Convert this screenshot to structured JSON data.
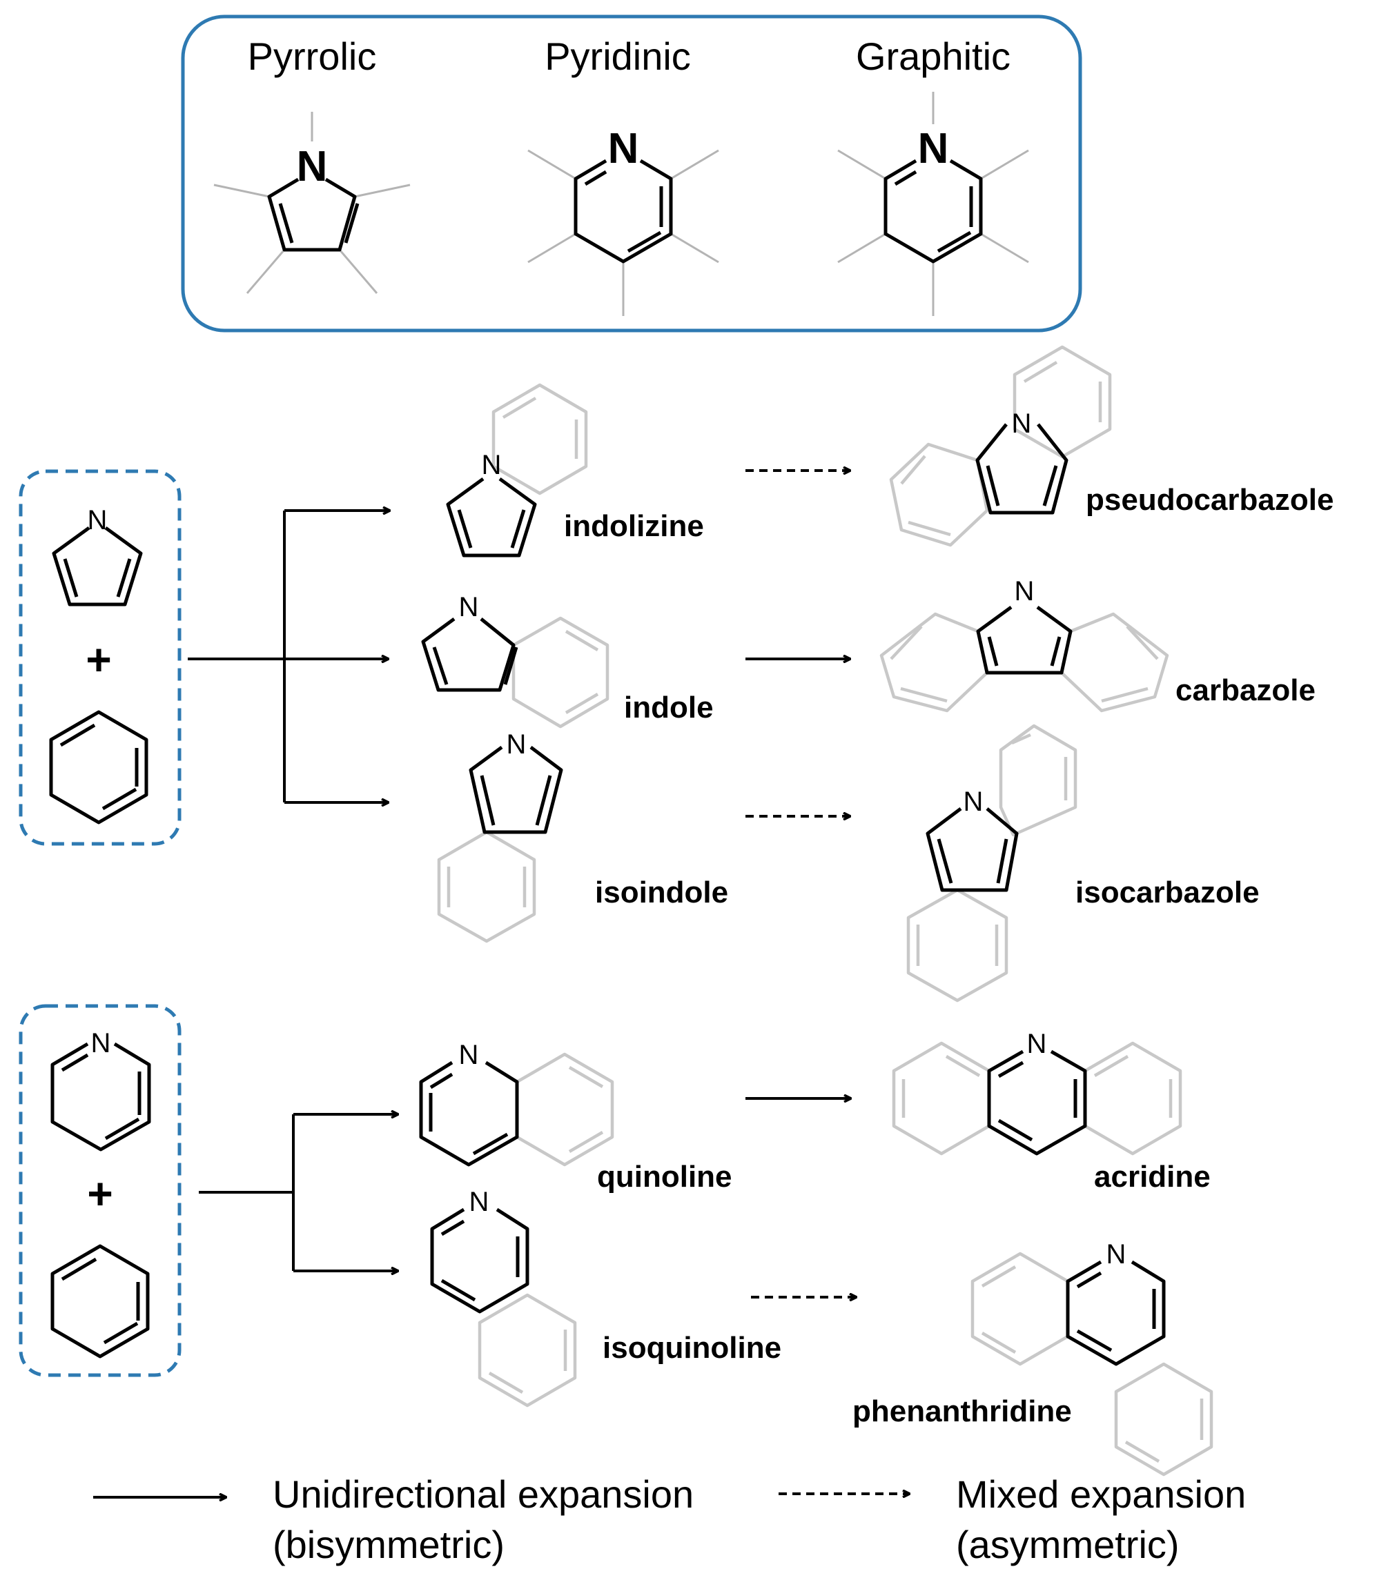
{
  "header_box": {
    "types": [
      "Pyrrolic",
      "Pyridinic",
      "Graphitic"
    ],
    "atom": "N",
    "border_color": "#2e7ab2"
  },
  "pyrrole_section": {
    "plus": "+",
    "products": [
      "indolizine",
      "indole",
      "isoindole"
    ],
    "expansions": [
      "pseudocarbazole",
      "carbazole",
      "isocarbazole"
    ],
    "arrow_styles": [
      "dashed",
      "solid",
      "dashed"
    ]
  },
  "pyridine_section": {
    "plus": "+",
    "products": [
      "quinoline",
      "isoquinoline"
    ],
    "expansions": [
      "acridine",
      "phenanthridine"
    ],
    "arrow_styles": [
      "solid",
      "dashed"
    ]
  },
  "legend": {
    "solid_line1": "Unidirectional expansion",
    "solid_line2": "(bisymmetric)",
    "dashed_line1": "Mixed expansion",
    "dashed_line2": "(asymmetric)"
  },
  "colors": {
    "bond": "#000000",
    "faded_bond": "#c8c8c8",
    "box_border": "#2e7ab2"
  }
}
